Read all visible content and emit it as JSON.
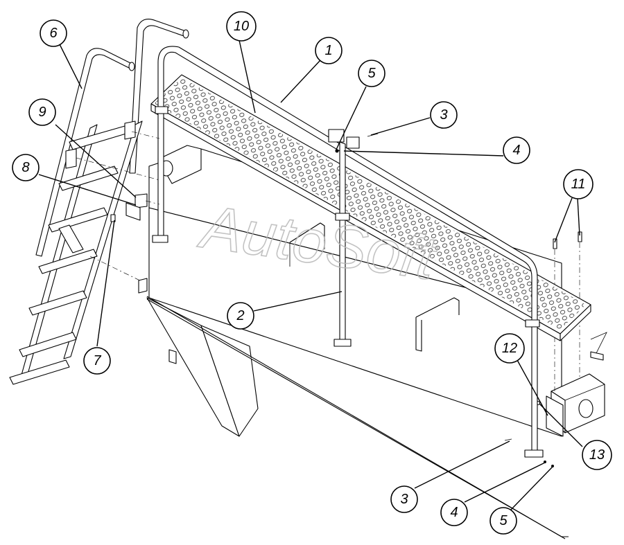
{
  "watermark": "AutoSoft",
  "callouts": [
    {
      "id": "c1",
      "label": "1"
    },
    {
      "id": "c2",
      "label": "2"
    },
    {
      "id": "c3a",
      "label": "3"
    },
    {
      "id": "c3b",
      "label": "3"
    },
    {
      "id": "c4a",
      "label": "4"
    },
    {
      "id": "c4b",
      "label": "4"
    },
    {
      "id": "c5a",
      "label": "5"
    },
    {
      "id": "c5b",
      "label": "5"
    },
    {
      "id": "c6",
      "label": "6"
    },
    {
      "id": "c7",
      "label": "7"
    },
    {
      "id": "c8",
      "label": "8"
    },
    {
      "id": "c9",
      "label": "9"
    },
    {
      "id": "c10",
      "label": "10"
    },
    {
      "id": "c11",
      "label": "11"
    },
    {
      "id": "c12",
      "label": "12"
    },
    {
      "id": "c13",
      "label": "13"
    }
  ],
  "colors": {
    "line": "#000000",
    "background": "#ffffff",
    "watermark": "#b8b8b8"
  }
}
